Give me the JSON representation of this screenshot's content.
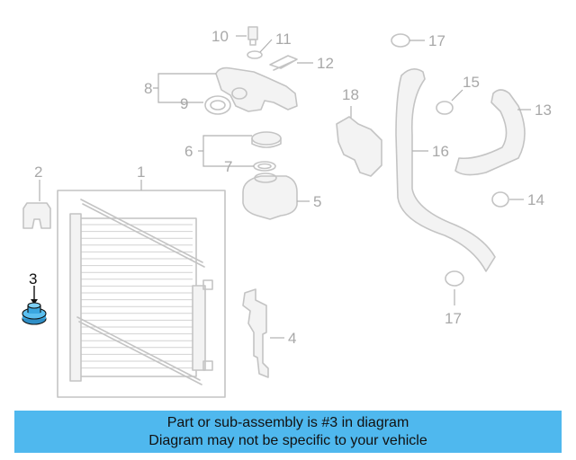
{
  "diagram": {
    "callouts": [
      "1",
      "2",
      "3",
      "4",
      "5",
      "6",
      "7",
      "8",
      "9",
      "10",
      "11",
      "12",
      "13",
      "14",
      "15",
      "16",
      "17",
      "17",
      "18"
    ],
    "highlight_index": 2,
    "colors": {
      "highlight_part": "#3aa7e0",
      "banner": "#4fb8ee",
      "line_art": "#c4c4c4"
    }
  },
  "banner": {
    "line1": "Part or sub-assembly is #3 in diagram",
    "line2": "Diagram may not be specific to your vehicle"
  }
}
